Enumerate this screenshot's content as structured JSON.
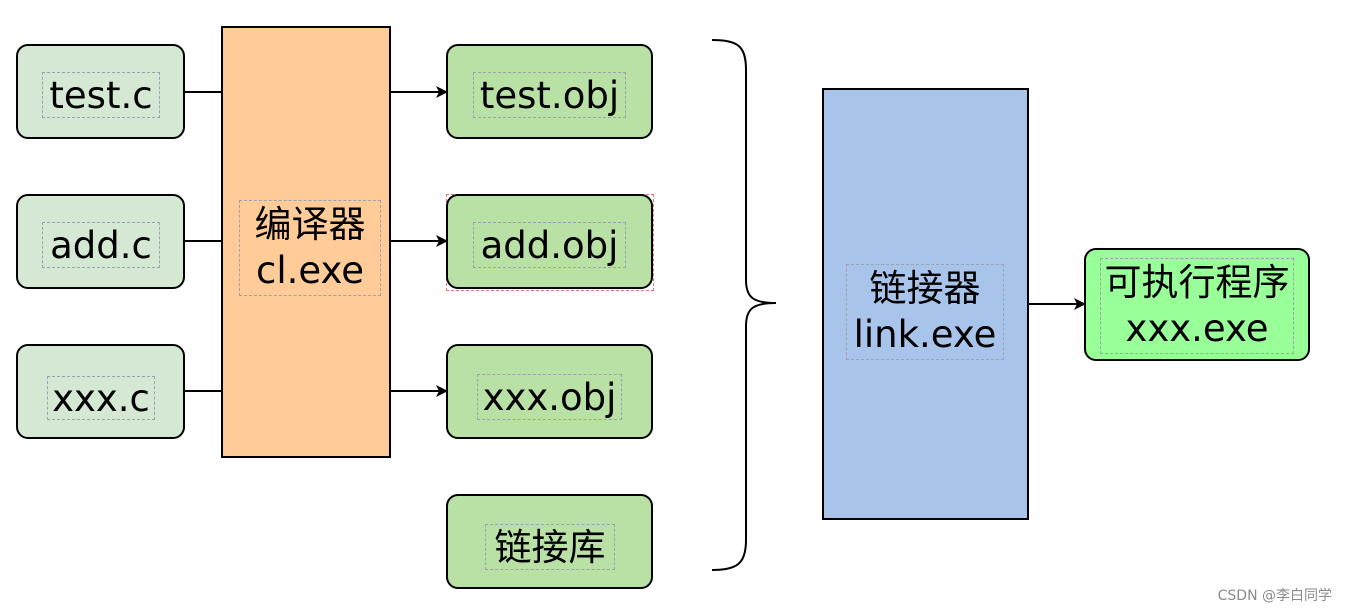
{
  "sources": [
    "test.c",
    "add.c",
    "xxx.c"
  ],
  "compiler": {
    "label": "编译器\ncl.exe"
  },
  "objects": [
    "test.obj",
    "add.obj",
    "xxx.obj"
  ],
  "library": "链接库",
  "linker": {
    "label": "链接器\nlink.exe"
  },
  "output": {
    "label": "可执行程序\nxxx.exe"
  },
  "watermark": "CSDN @李白同学"
}
